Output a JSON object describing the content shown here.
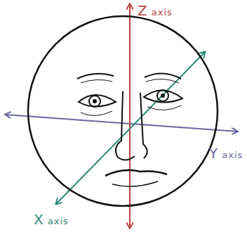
{
  "diagram": {
    "labels": [
      "Z axis",
      "Y axis",
      "X axis"
    ]
  }
}
